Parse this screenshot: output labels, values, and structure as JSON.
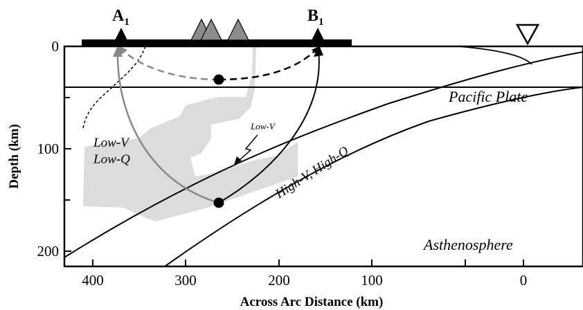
{
  "axes": {
    "x_label": "Across Arc Distance (km)",
    "y_label": "Depth (km)",
    "x_ticks": [
      "400",
      "300",
      "200",
      "100",
      "0"
    ],
    "y_ticks": [
      "0",
      "100",
      "200"
    ]
  },
  "stations": {
    "a": {
      "main": "A",
      "sub": "1"
    },
    "b": {
      "main": "B",
      "sub": "1"
    }
  },
  "annotations": {
    "pacific_plate": "Pacific Plate",
    "asthenosphere": "Asthenosphere",
    "low_v_small": "Low-V",
    "low_v_region": "Low-V",
    "low_q_region": "Low-Q",
    "high_vq": "High-V, High-Q"
  },
  "colors": {
    "low_velocity_zone": "#dcdcdc",
    "volcano_fill": "#8c8c8c",
    "ray_path_a": "#888888",
    "ray_path_b": "#000000",
    "surface_bar": "#000000"
  },
  "icons": {
    "trench": "inverted-triangle-icon",
    "stations": "triangle-icon",
    "volcanoes": "triangle-icon",
    "events": "dot-icon"
  }
}
